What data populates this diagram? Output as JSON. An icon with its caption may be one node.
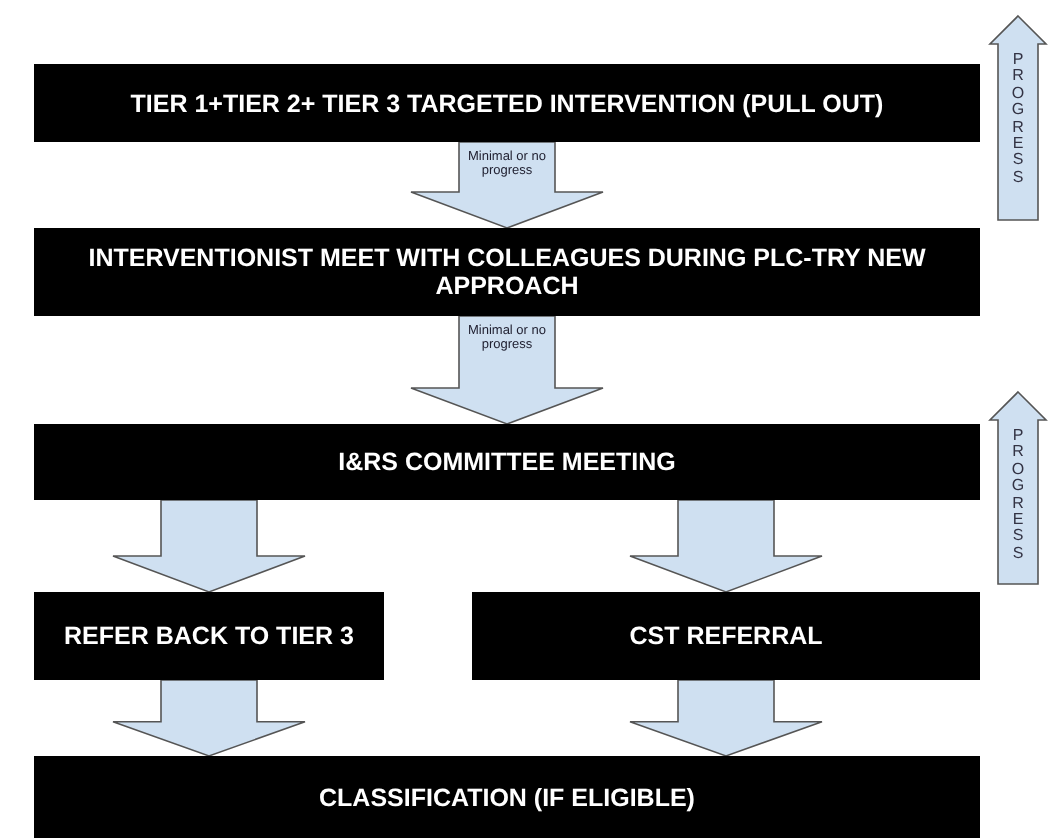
{
  "diagram": {
    "nodes": [
      {
        "text": [
          "TIER 1+TIER 2+ TIER 3 TARGETED INTERVENTION (PULL OUT)"
        ]
      },
      {
        "text": [
          "INTERVENTIONIST MEET WITH COLLEAGUES DURING PLC-TRY NEW APPROACH"
        ]
      },
      {
        "text": [
          "I&RS COMMITTEE MEETING"
        ]
      },
      {
        "text": [
          "REFER BACK TO TIER 3"
        ]
      },
      {
        "text": [
          "CST REFERRAL"
        ]
      },
      {
        "text": [
          "CLASSIFICATION (IF ELIGIBLE)"
        ]
      }
    ],
    "edges": [
      {
        "from": 0,
        "to": 1,
        "arrow": "to",
        "label": "Minimal or no progress"
      },
      {
        "from": 1,
        "to": 2,
        "arrow": "to",
        "label": "Minimal or no progress"
      },
      {
        "from": 2,
        "to": 3,
        "arrow": "to"
      },
      {
        "from": 2,
        "to": 4,
        "arrow": "to"
      },
      {
        "from": 3,
        "to": 5,
        "arrow": "to"
      },
      {
        "from": 4,
        "to": 5,
        "arrow": "to"
      }
    ],
    "labels": [
      "PROGRESS",
      "PROGRESS"
    ]
  }
}
